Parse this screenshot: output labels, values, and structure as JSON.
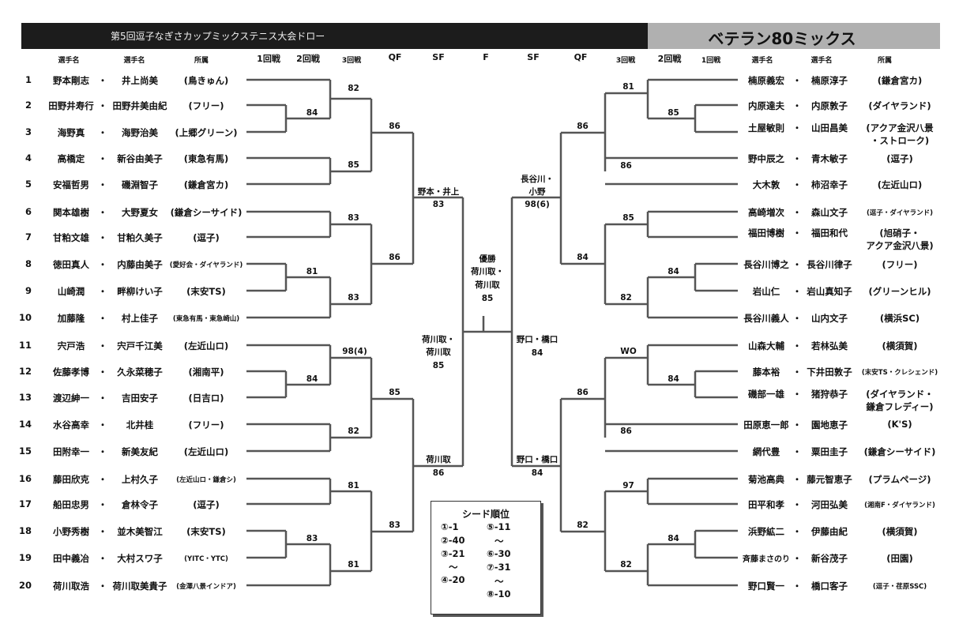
{
  "header": {
    "title_left": "第5回逗子なぎさカップミックステニス大会ドロー",
    "title_right": "ベテラン80ミックス"
  },
  "columns_left": {
    "player1": "選手名",
    "player2": "選手名",
    "club": "所属",
    "r1": "1回戦",
    "r2": "2回戦",
    "r3": "3回戦",
    "qf": "QF",
    "sf": "SF"
  },
  "column_final": "F",
  "columns_right": {
    "sf": "SF",
    "qf": "QF",
    "r3": "3回戦",
    "r2": "2回戦",
    "r1": "1回戦",
    "player1": "選手名",
    "player2": "選手名",
    "club": "所属"
  },
  "left_entries": [
    {
      "num": "1",
      "p1": "野本剛志",
      "p2": "井上尚美",
      "club": "(鳥きゅん)"
    },
    {
      "num": "2",
      "p1": "田野井寿行",
      "p2": "田野井美由紀",
      "club": "(フリー)"
    },
    {
      "num": "3",
      "p1": "海野真",
      "p2": "海野治美",
      "club": "(上郷グリーン)"
    },
    {
      "num": "4",
      "p1": "高橋定",
      "p2": "新谷由美子",
      "club": "(東急有馬)"
    },
    {
      "num": "5",
      "p1": "安福哲男",
      "p2": "磯淵智子",
      "club": "(鎌倉宮カ)"
    },
    {
      "num": "6",
      "p1": "関本雄樹",
      "p2": "大野夏女",
      "club": "(鎌倉シーサイド)"
    },
    {
      "num": "7",
      "p1": "甘粕文雄",
      "p2": "甘粕久美子",
      "club": "(逗子)"
    },
    {
      "num": "8",
      "p1": "徳田真人",
      "p2": "内藤由美子",
      "club": "(愛好会・ダイヤランド)"
    },
    {
      "num": "9",
      "p1": "山崎潤",
      "p2": "畔柳けい子",
      "club": "(末安TS)"
    },
    {
      "num": "10",
      "p1": "加藤隆",
      "p2": "村上佳子",
      "club": "(東急有馬・東急崎山)"
    },
    {
      "num": "11",
      "p1": "宍戸浩",
      "p2": "宍戸千江美",
      "club": "(左近山ロ)"
    },
    {
      "num": "12",
      "p1": "佐藤孝博",
      "p2": "久永菜穂子",
      "club": "(湘南平)"
    },
    {
      "num": "13",
      "p1": "渡辺紳一",
      "p2": "吉田安子",
      "club": "(日吉ロ)"
    },
    {
      "num": "14",
      "p1": "水谷高幸",
      "p2": "北井桂",
      "club": "(フリー)"
    },
    {
      "num": "15",
      "p1": "田附幸一",
      "p2": "新美友紀",
      "club": "(左近山ロ)"
    },
    {
      "num": "16",
      "p1": "藤田欣克",
      "p2": "上村久子",
      "club": "(左近山ロ・鎌倉シ)"
    },
    {
      "num": "17",
      "p1": "船田忠男",
      "p2": "倉林令子",
      "club": "(逗子)"
    },
    {
      "num": "18",
      "p1": "小野秀樹",
      "p2": "並木美智江",
      "club": "(末安TS)"
    },
    {
      "num": "19",
      "p1": "田中義冶",
      "p2": "大村スワ子",
      "club": "(YITC・YTC)"
    },
    {
      "num": "20",
      "p1": "荷川取浩",
      "p2": "荷川取美貴子",
      "club": "(金澤八景インドア)"
    }
  ],
  "right_entries": [
    {
      "p1": "楠原義宏",
      "p2": "楠原淳子",
      "club": "(鎌倉宮カ)"
    },
    {
      "p1": "内原達夫",
      "p2": "内原敦子",
      "club": "(ダイヤランド)"
    },
    {
      "p1": "土屋敏則",
      "p2": "山田昌美",
      "club": "(アクア金沢八景",
      "club2": "・ストローク)"
    },
    {
      "p1": "野中辰之",
      "p2": "青木敏子",
      "club": "(逗子)"
    },
    {
      "p1": "大木敦",
      "p2": "柿沼幸子",
      "club": "(左近山ロ)"
    },
    {
      "p1": "高崎増次",
      "p2": "森山文子",
      "club": "(逗子・ダイヤランド)"
    },
    {
      "p1": "福田博樹",
      "p2": "福田和代",
      "club": "(旭硝子・",
      "club2": "アクア金沢八景)"
    },
    {
      "p1": "長谷川博之",
      "p2": "長谷川律子",
      "club": "(フリー)"
    },
    {
      "p1": "岩山仁",
      "p2": "岩山真知子",
      "club": "(グリーンヒル)"
    },
    {
      "p1": "長谷川義人",
      "p2": "山内文子",
      "club": "(横浜SC)"
    },
    {
      "p1": "山森大輔",
      "p2": "若林弘美",
      "club": "(横須賀)"
    },
    {
      "p1": "藤本裕",
      "p2": "下井田敦子",
      "club": "(末安TS・クレシェンド)"
    },
    {
      "p1": "磯部一雄",
      "p2": "猪狩恭子",
      "club": "(ダイヤランド・",
      "club2": "鎌倉フレディー)"
    },
    {
      "p1": "田原恵一郎",
      "p2": "園地恵子",
      "club": "(K'S)"
    },
    {
      "p1": "網代豊",
      "p2": "粟田圭子",
      "club": "(鎌倉シーサイド)"
    },
    {
      "p1": "菊池高典",
      "p2": "藤元智恵子",
      "club": "(プラムページ)"
    },
    {
      "p1": "田平和孝",
      "p2": "河田弘美",
      "club": "(湘南F・ダイヤランド)"
    },
    {
      "p1": "浜野絋二",
      "p2": "伊藤由紀",
      "club": "(横須賀)"
    },
    {
      "p1": "斉藤まさのり",
      "p2": "新谷茂子",
      "club": "(田園)"
    },
    {
      "p1": "野口賢一",
      "p2": "橋口客子",
      "club": "(逗子・荏原SSC)"
    }
  ],
  "scores_left": {
    "r2_a": "84",
    "r2_b": "81",
    "r2_c": "84",
    "r2_d": "83",
    "r3_a": "82",
    "r3_b": "85",
    "r3_c": "83",
    "r3_d": "83",
    "r3_e": "98(4)",
    "r3_f": "82",
    "r3_g": "81",
    "r3_h": "81",
    "qf_a": "86",
    "qf_b": "86",
    "qf_c": "85",
    "qf_d": "83"
  },
  "sf_left_top": {
    "names": "野本・井上",
    "score": "83"
  },
  "sf_left_mid": {
    "line1": "荷川取・",
    "line2": "荷川取",
    "score": "85"
  },
  "sf_left_bottom": {
    "names": "荷川取",
    "score": "86"
  },
  "champion": {
    "label": "優勝",
    "line1": "荷川取・",
    "line2": "荷川取",
    "score": "85"
  },
  "sf_right_top": {
    "line1": "長谷川・",
    "line2": "小野",
    "score": "98(6)"
  },
  "sf_right_mid": {
    "names": "野口・橋口",
    "score": "84"
  },
  "sf_right_bottom": {
    "names": "野口・橋口",
    "score": "84"
  },
  "scores_right": {
    "r3_a": "81",
    "r3_b": "85",
    "r3_c": "WO",
    "r3_d": "97",
    "r2_a": "85",
    "r2_b": "84",
    "r2_c": "84",
    "r2_d": "84",
    "qf_a": "86",
    "qf_b": "84",
    "qf_c": "86",
    "qf_d": "82",
    "r3_e": "86",
    "r3_f": "82",
    "r3_g": "86",
    "r3_h": "82"
  },
  "seeds": {
    "title": "シード順位",
    "s1": "①-1",
    "s2": "②-40",
    "s3": "③-21",
    "t1": "〜",
    "s4": "④-20",
    "s5": "⑤-11",
    "t2": "〜",
    "s6": "⑥-30",
    "s7": "⑦-31",
    "t3": "〜",
    "s8": "⑧-10"
  }
}
